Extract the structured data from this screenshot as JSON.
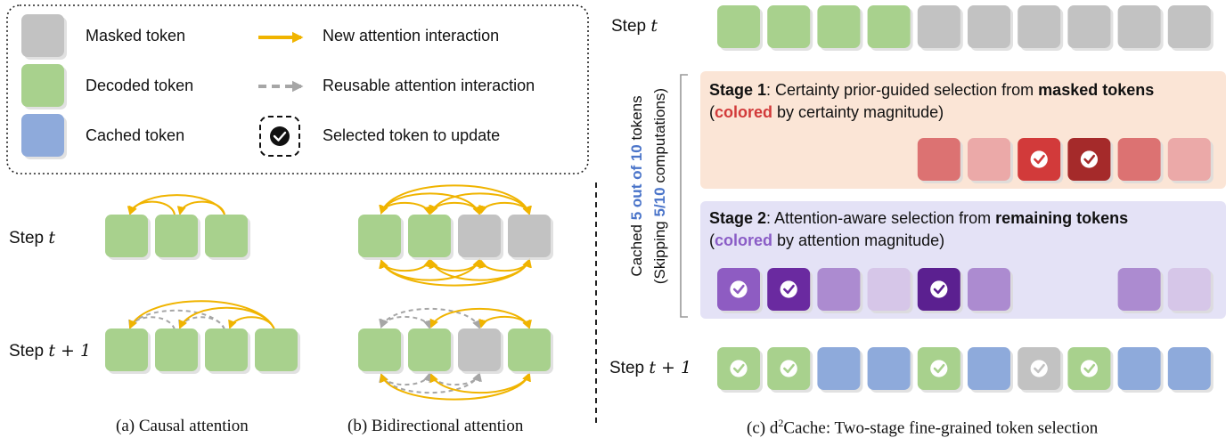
{
  "legend": {
    "masked": "Masked token",
    "decoded": "Decoded token",
    "cached": "Cached token",
    "new_attention": "New attention interaction",
    "reusable_attention": "Reusable attention interaction",
    "selected": "Selected token to update"
  },
  "panel_a": {
    "step_t_prefix": "Step",
    "step_t_var": "t",
    "step_t1_prefix": "Step",
    "step_t1_var": "t + 1",
    "caption": "(a) Causal attention",
    "step_t_tokens": [
      "decoded",
      "decoded",
      "decoded"
    ],
    "step_t1_tokens": [
      "decoded",
      "decoded",
      "decoded",
      "decoded"
    ]
  },
  "panel_b": {
    "caption": "(b) Bidirectional attention",
    "step_t_tokens": [
      "decoded",
      "decoded",
      "masked",
      "masked"
    ],
    "step_t1_tokens": [
      "decoded",
      "decoded",
      "masked",
      "decoded"
    ]
  },
  "panel_c": {
    "step_t_prefix": "Step",
    "step_t_var": "t",
    "step_t1_prefix": "Step",
    "step_t1_var": "t + 1",
    "caption_prefix": "(c) d",
    "caption_sup": "2",
    "caption_suffix": "Cache: Two-stage fine-grained token selection",
    "side_label": {
      "line1_prefix": "Cached ",
      "line1_highlight": "5 out of 10",
      "line1_suffix": " tokens",
      "line2_prefix": "(Skipping ",
      "line2_highlight": "5/10",
      "line2_suffix": " computations)"
    },
    "stage1": {
      "title": "Stage 1",
      "text": ": Certainty prior-guided selection from ",
      "bold": "masked tokens",
      "line2_prefix": "(",
      "line2_colored": "colored",
      "line2_suffix": " by certainty magnitude)",
      "token_colors": [
        "#dc7272",
        "#eba9a8",
        "#d23a3a",
        "#a52a2a",
        "#dc7272",
        "#eba9a8"
      ],
      "token_selected": [
        false,
        false,
        true,
        true,
        false,
        false
      ]
    },
    "stage2": {
      "title": "Stage 2",
      "text": ": Attention-aware selection from ",
      "bold": "remaining tokens",
      "line2_prefix": "(",
      "line2_colored": "colored",
      "line2_suffix": " by attention magnitude)",
      "token_colors": [
        "#8e5cc2",
        "#6a2aa0",
        "#ac8bd0",
        "#d6c6e8",
        "#5b2090",
        "#ac8bd0",
        "",
        "",
        "#ac8bd0",
        "#d6c6e8"
      ],
      "token_selected": [
        true,
        true,
        false,
        false,
        true,
        false,
        false,
        false,
        false,
        false
      ]
    },
    "step_t_tokens": [
      "decoded",
      "decoded",
      "decoded",
      "decoded",
      "masked",
      "masked",
      "masked",
      "masked",
      "masked",
      "masked"
    ],
    "step_t1_tokens": [
      "decoded",
      "decoded",
      "cached",
      "cached",
      "decoded",
      "cached",
      "masked",
      "decoded",
      "cached",
      "cached"
    ],
    "step_t1_selected": [
      true,
      true,
      false,
      false,
      true,
      false,
      true,
      true,
      false,
      false
    ]
  },
  "colors": {
    "masked": "#c2c2c2",
    "decoded": "#a8d18d",
    "cached": "#8eaadb",
    "attention_arrow": "#f0b400",
    "reusable_arrow": "#a6a6a6",
    "stage1_bg": "#fbe5d6",
    "stage2_bg": "#e4e2f6"
  }
}
